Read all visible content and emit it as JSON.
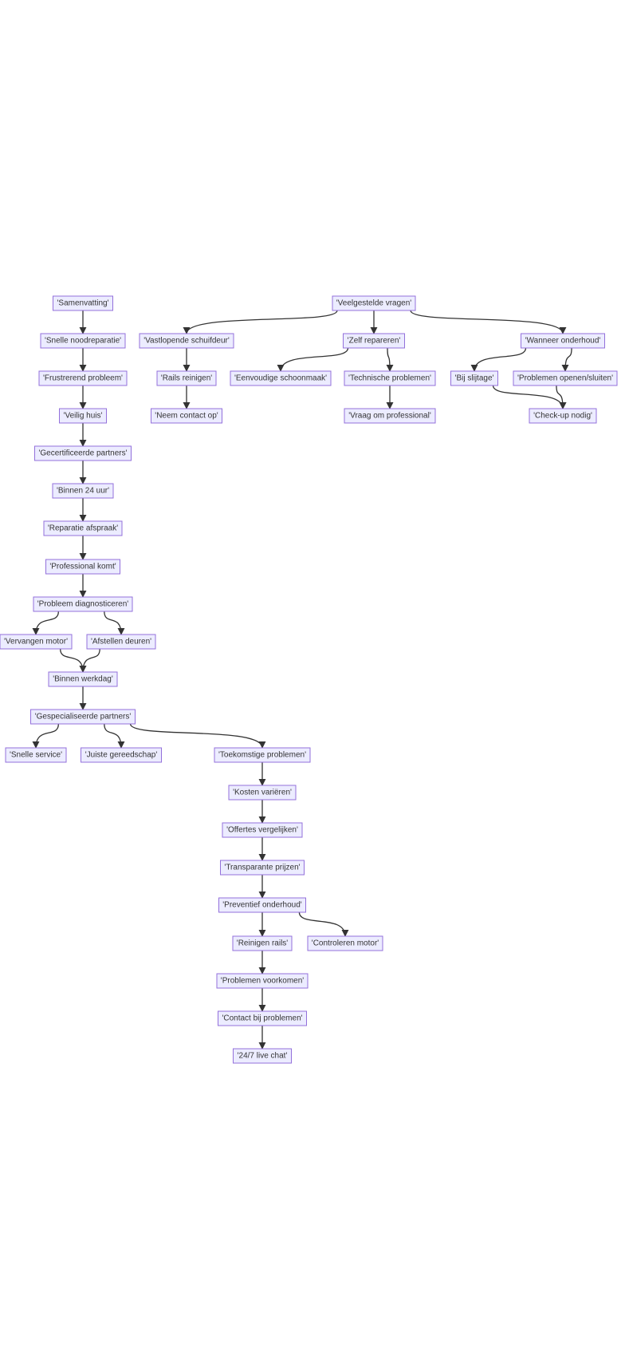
{
  "theme": {
    "node_fill": "#ECECFF",
    "node_stroke": "#9370DB",
    "edge_color": "#333333",
    "text_color": "#333333"
  },
  "nodes": {
    "samenvatting": "'Samenvatting'",
    "snelle_noodreparatie": "'Snelle noodreparatie'",
    "frustrerend_probleem": "'Frustrerend probleem'",
    "veilig_huis": "'Veilig huis'",
    "gecertificeerde_partners": "'Gecertificeerde partners'",
    "binnen_24_uur": "'Binnen 24 uur'",
    "reparatie_afspraak": "'Reparatie afspraak'",
    "professional_komt": "'Professional komt'",
    "probleem_diagnosticeren": "'Probleem diagnosticeren'",
    "vervangen_motor": "'Vervangen motor'",
    "afstellen_deuren": "'Afstellen deuren'",
    "binnen_werkdag": "'Binnen werkdag'",
    "gespecialiseerde_partners": "'Gespecialiseerde partners'",
    "snelle_service": "'Snelle service'",
    "juiste_gereedschap": "'Juiste gereedschap'",
    "toekomstige_problemen": "'Toekomstige problemen'",
    "kosten_varieren": "'Kosten variëren'",
    "offertes_vergelijken": "'Offertes vergelijken'",
    "transparante_prijzen": "'Transparante prijzen'",
    "preventief_onderhoud": "'Preventief onderhoud'",
    "reinigen_rails": "'Reinigen rails'",
    "controleren_motor": "'Controleren motor'",
    "problemen_voorkomen": "'Problemen voorkomen'",
    "contact_bij_problemen": "'Contact bij problemen'",
    "live_chat": "'24/7 live chat'",
    "veelgestelde_vragen": "'Veelgestelde vragen'",
    "vastlopende_schuifdeur": "'Vastlopende schuifdeur'",
    "zelf_repareren": "'Zelf repareren'",
    "wanneer_onderhoud": "'Wanneer onderhoud'",
    "rails_reinigen": "'Rails reinigen'",
    "neem_contact_op": "'Neem contact op'",
    "eenvoudige_schoonmaak": "'Eenvoudige schoonmaak'",
    "technische_problemen": "'Technische problemen'",
    "vraag_om_professional": "'Vraag om professional'",
    "bij_slijtage": "'Bij slijtage'",
    "problemen_openen_sluiten": "'Problemen openen/sluiten'",
    "check_up_nodig": "'Check-up nodig'"
  },
  "edges": [
    [
      "samenvatting",
      "snelle_noodreparatie"
    ],
    [
      "snelle_noodreparatie",
      "frustrerend_probleem"
    ],
    [
      "frustrerend_probleem",
      "veilig_huis"
    ],
    [
      "veilig_huis",
      "gecertificeerde_partners"
    ],
    [
      "gecertificeerde_partners",
      "binnen_24_uur"
    ],
    [
      "binnen_24_uur",
      "reparatie_afspraak"
    ],
    [
      "reparatie_afspraak",
      "professional_komt"
    ],
    [
      "professional_komt",
      "probleem_diagnosticeren"
    ],
    [
      "probleem_diagnosticeren",
      "vervangen_motor"
    ],
    [
      "probleem_diagnosticeren",
      "afstellen_deuren"
    ],
    [
      "vervangen_motor",
      "binnen_werkdag"
    ],
    [
      "afstellen_deuren",
      "binnen_werkdag"
    ],
    [
      "binnen_werkdag",
      "gespecialiseerde_partners"
    ],
    [
      "gespecialiseerde_partners",
      "snelle_service"
    ],
    [
      "gespecialiseerde_partners",
      "juiste_gereedschap"
    ],
    [
      "gespecialiseerde_partners",
      "toekomstige_problemen"
    ],
    [
      "toekomstige_problemen",
      "kosten_varieren"
    ],
    [
      "kosten_varieren",
      "offertes_vergelijken"
    ],
    [
      "offertes_vergelijken",
      "transparante_prijzen"
    ],
    [
      "transparante_prijzen",
      "preventief_onderhoud"
    ],
    [
      "preventief_onderhoud",
      "reinigen_rails"
    ],
    [
      "preventief_onderhoud",
      "controleren_motor"
    ],
    [
      "reinigen_rails",
      "problemen_voorkomen"
    ],
    [
      "problemen_voorkomen",
      "contact_bij_problemen"
    ],
    [
      "contact_bij_problemen",
      "live_chat"
    ],
    [
      "veelgestelde_vragen",
      "vastlopende_schuifdeur"
    ],
    [
      "veelgestelde_vragen",
      "zelf_repareren"
    ],
    [
      "veelgestelde_vragen",
      "wanneer_onderhoud"
    ],
    [
      "vastlopende_schuifdeur",
      "rails_reinigen"
    ],
    [
      "rails_reinigen",
      "neem_contact_op"
    ],
    [
      "zelf_repareren",
      "eenvoudige_schoonmaak"
    ],
    [
      "zelf_repareren",
      "technische_problemen"
    ],
    [
      "technische_problemen",
      "vraag_om_professional"
    ],
    [
      "wanneer_onderhoud",
      "bij_slijtage"
    ],
    [
      "wanneer_onderhoud",
      "problemen_openen_sluiten"
    ],
    [
      "bij_slijtage",
      "check_up_nodig"
    ],
    [
      "problemen_openen_sluiten",
      "check_up_nodig"
    ]
  ]
}
